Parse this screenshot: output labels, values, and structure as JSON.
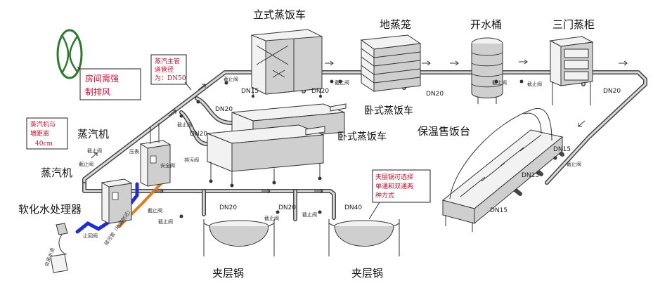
{
  "equipment": {
    "standing_cart": "立式蒸饭车",
    "ground_steamer": "地蒸笼",
    "boiler_bucket": "开水桶",
    "three_door_cabinet": "三门蒸柜",
    "lying_cart_1": "卧式蒸饭车",
    "lying_cart_2": "卧式蒸饭车",
    "warm_counter": "保温售饭台",
    "steam_gen_1": "蒸汽机",
    "steam_gen_2": "蒸汽机",
    "softener": "软化水处理器",
    "jacket_pot_1": "夹层锅",
    "jacket_pot_2": "夹层锅"
  },
  "notes": {
    "ventilation": [
      "房间需强",
      "制排风"
    ],
    "main_pipe": [
      "蒸汽主管",
      "道管径",
      "为：DN50"
    ],
    "wall_distance": [
      "蒸汽机与",
      "墙距离",
      "40cm"
    ],
    "jacket_pot": [
      "夹层锅可选择",
      "单通和双通两",
      "种方式"
    ]
  },
  "pipe_labels": {
    "dn15_a": "DN15",
    "dn20_a": "DN20",
    "dn20_b": "DN20",
    "dn20_c": "DN20",
    "dn20_d": "DN20",
    "dn20_e": "DN20",
    "dn20_f": "DN20",
    "dn15_b": "DN15",
    "dn15_c": "DN15",
    "dn15_d": "DN15",
    "dn40": "DN40"
  },
  "valve_labels": {
    "v1": "截止阀",
    "v2": "截止阀",
    "v3": "截止阀",
    "v4": "截止阀",
    "v5": "截止阀",
    "v6": "截止阀",
    "v7": "截止阀",
    "v8": "截止阀",
    "v9": "截止阀",
    "v10": "截止阀",
    "v11": "截止阀",
    "v12": "截止阀",
    "safety_valve": "安全阀",
    "pressure_gauge": "压表",
    "check_valve": "止回阀",
    "drain": "排污阀",
    "water_in": "自来水进",
    "drain_pipe": "排污管（地漏附近）"
  }
}
